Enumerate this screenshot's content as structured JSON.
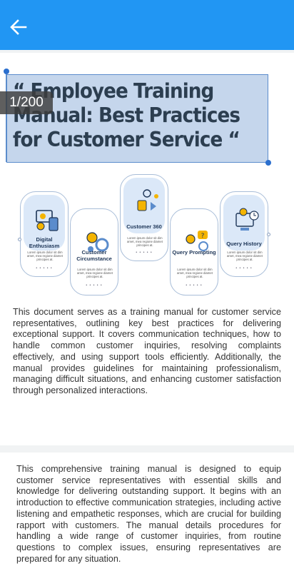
{
  "app_bar": {
    "back_icon": "arrow-left-icon",
    "color": "#2196f3"
  },
  "viewer": {
    "page_indicator": "1/200"
  },
  "document": {
    "title": "“ Employee Training Manual: Best Practices for Customer Service “",
    "infographic": {
      "cards": [
        {
          "title": "Digital Enthusiasm",
          "body": "Lorem ipsum dolor sit dim amet, mea regione diamet principes at.",
          "icon": "digital-devices-icon"
        },
        {
          "title": "Customer Circumstance",
          "body": "Lorem ipsum dolor sit dim amet, mea regione diamet principes at.",
          "icon": "customer-gears-icon"
        },
        {
          "title": "Customer 360",
          "body": "Lorem ipsum dolor sit dim amet, mea regione diamet principes at.",
          "icon": "customer-360-icon"
        },
        {
          "title": "Query Prompting",
          "body": "Lorem ipsum dolor sit dim amet, mea regione diamet principes at.",
          "icon": "query-prompt-icon"
        },
        {
          "title": "Query History",
          "body": "Lorem ipsum dolor sit dim amet, mea regione diamet principes at.",
          "icon": "query-history-icon"
        }
      ],
      "dots": "• • • • •"
    },
    "paragraph_1": "This document serves as a training manual for customer service representatives, outlining key best practices for delivering exceptional support. It covers communication techniques, how to handle common customer inquiries, resolving complaints effectively, and using support tools efficiently. Additionally, the manual provides guidelines for maintaining professionalism, managing difficult situations, and enhancing customer satisfaction through personalized interactions.",
    "paragraph_2": "This comprehensive training manual is designed to equip customer service representatives with essential skills and knowledge for delivering outstanding support. It begins with an introduction to effective communication strategies, including active listening and empathetic responses, which are crucial for building rapport with customers. The manual details procedures for handling a wide range of customer inquiries, from routine questions to complex issues, ensuring representatives are prepared for any situation."
  }
}
